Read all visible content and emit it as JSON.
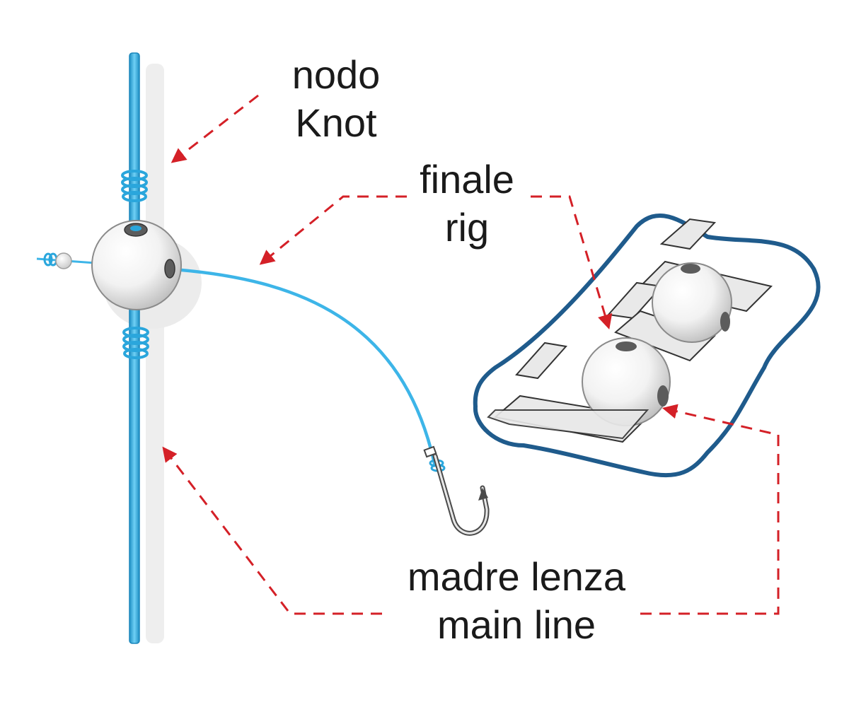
{
  "labels": {
    "knot": {
      "italian": "nodo",
      "english": "Knot"
    },
    "rig": {
      "italian": "finale",
      "english": "rig"
    },
    "main_line": {
      "italian": "madre lenza",
      "english": "main line"
    }
  },
  "colors": {
    "line": "#3db5e8",
    "line_dark": "#1f8fc4",
    "arrow": "#d42027",
    "outline": "#1f5b8c",
    "packaging": "#e9e9e9",
    "background": "#ffffff"
  }
}
